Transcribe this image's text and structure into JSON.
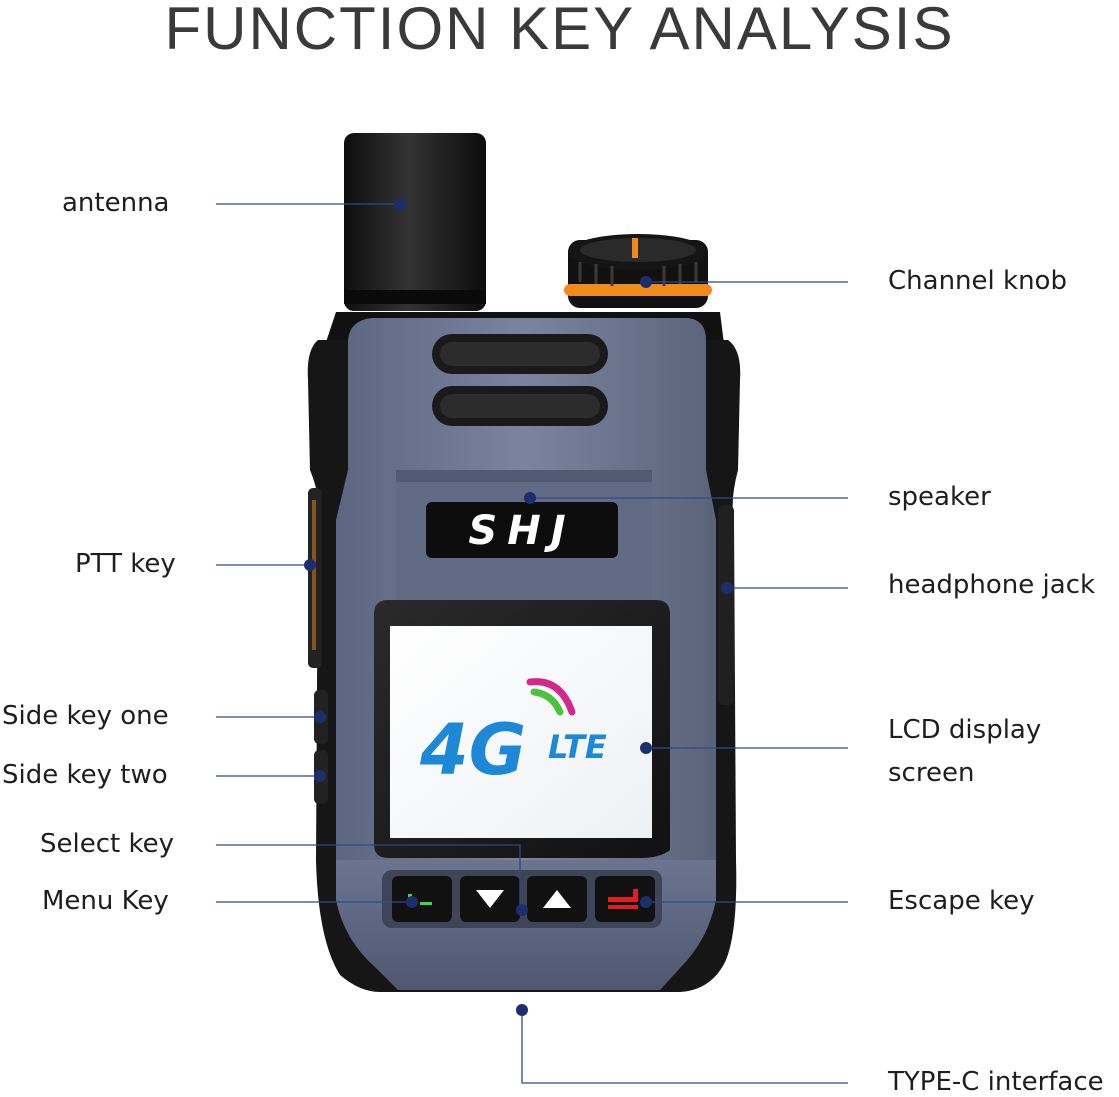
{
  "title": "FUNCTION KEY ANALYSIS",
  "colors": {
    "leader_line": "#2e4a8c",
    "leader_dot": "#1b2f6e",
    "body_blue_gray": "#6e7893",
    "rubber_black": "#1a1a1a",
    "knob_orange": "#f08a1c",
    "lte_blue": "#1e88d8",
    "lte_magenta": "#d4288c",
    "lte_green": "#4cc23c",
    "escape_red": "#e02020",
    "menu_green": "#3cd84c"
  },
  "device": {
    "brand": "SHJ",
    "screen_logo_main": "4G",
    "screen_logo_sub": "LTE"
  },
  "labels": {
    "antenna": "antenna",
    "channel_knob": "Channel knob",
    "speaker": "speaker",
    "ptt_key": "PTT key",
    "headphone_jack": "headphone jack",
    "side_key_one": "Side key one",
    "side_key_two": "Side key two",
    "lcd_line1": "LCD display",
    "lcd_line2": "screen",
    "select_key": "Select key",
    "menu_key": "Menu Key",
    "escape_key": "Escape key",
    "type_c": "TYPE-C interface"
  }
}
